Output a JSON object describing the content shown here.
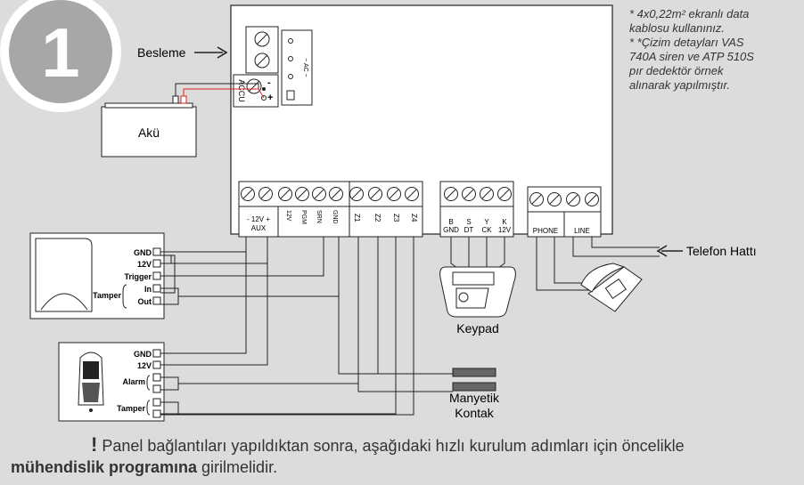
{
  "step_number": "1",
  "notes": {
    "line1": "* 4x0,22m² ekranlı data",
    "line2": "kablosu kullanınız.",
    "line3": "* *Çizim detayları VAS",
    "line4": "740A siren ve ATP 510S",
    "line5": "pır dedektör örnek",
    "line6": "alınarak yapılmıştır."
  },
  "labels": {
    "power": "Besleme",
    "battery": "Akü",
    "keypad": "Keypad",
    "magnetic_contact_1": "Manyetik",
    "magnetic_contact_2": "Kontak",
    "phone_line": "Telefon Hattı"
  },
  "panel": {
    "accu": "ACCU",
    "ac": "~ AC ~",
    "plus": "+",
    "minus": "-",
    "aux_top": "- 12V +",
    "aux_bottom": "AUX",
    "t_12v": "12V",
    "t_pgm": "PGM",
    "t_srn": "SRN",
    "t_gnd": "GND",
    "t_z1": "Z1",
    "t_z2": "Z2",
    "t_z3": "Z3",
    "t_z4": "Z4",
    "k_b": "B",
    "k_s": "S",
    "k_y": "Y",
    "k_k": "K",
    "k_gnd": "GND",
    "k_dt": "DT",
    "k_ck": "CK",
    "k_12v": "12V",
    "phone": "PHONE",
    "line": "LINE"
  },
  "siren": {
    "gnd": "GND",
    "v12": "12V",
    "trigger": "Trigger",
    "tamper": "Tamper",
    "in": "In",
    "out": "Out"
  },
  "pir": {
    "gnd": "GND",
    "v12": "12V",
    "alarm": "Alarm",
    "tamper": "Tamper"
  },
  "footer": {
    "bang": "!",
    "text1": " Panel bağlantıları yapıldıktan sonra, aşağıdaki hızlı kurulum adımları için öncelikle",
    "bold": "mühendislik programına",
    "text2": " girilmelidir."
  }
}
